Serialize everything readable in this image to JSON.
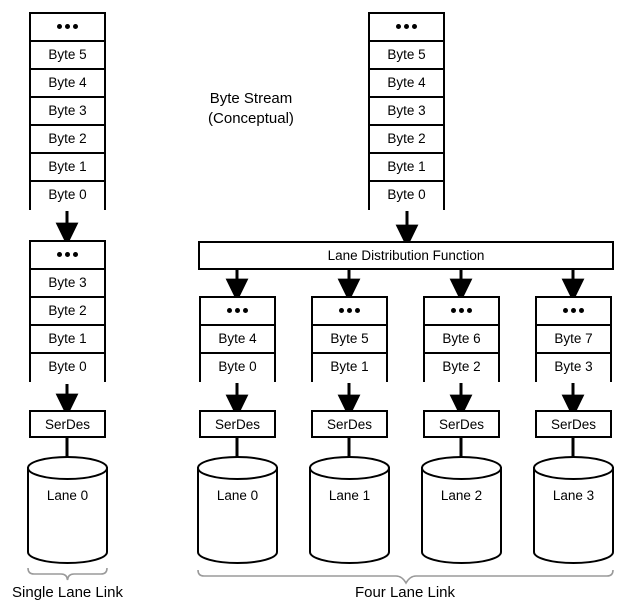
{
  "diagram": {
    "title_text": {
      "line1": "Byte Stream",
      "line2": "(Conceptual)"
    },
    "lane_distribution": {
      "label": "Lane Distribution Function"
    },
    "serdes_label": "SerDes",
    "dots_label": "•••",
    "single_lane": {
      "caption": "Single Lane Link",
      "byte_stream_stack": {
        "name": "byte-stream-stack-single",
        "cells": [
          "•••",
          "Byte 5",
          "Byte 4",
          "Byte 3",
          "Byte 2",
          "Byte 1",
          "Byte 0"
        ]
      },
      "lane_stack": {
        "name": "lane-stack-single",
        "cells": [
          "•••",
          "Byte 3",
          "Byte 2",
          "Byte 1",
          "Byte 0"
        ]
      },
      "serdes": "SerDes",
      "lane": "Lane 0"
    },
    "four_lane": {
      "caption": "Four Lane Link",
      "byte_stream_stack": {
        "name": "byte-stream-stack-four",
        "cells": [
          "•••",
          "Byte 5",
          "Byte 4",
          "Byte 3",
          "Byte 2",
          "Byte 1",
          "Byte 0"
        ]
      },
      "lanes": [
        {
          "stack_cells": [
            "•••",
            "Byte 4",
            "Byte 0"
          ],
          "serdes": "SerDes",
          "lane": "Lane 0"
        },
        {
          "stack_cells": [
            "•••",
            "Byte 5",
            "Byte 1"
          ],
          "serdes": "SerDes",
          "lane": "Lane 1"
        },
        {
          "stack_cells": [
            "•••",
            "Byte 6",
            "Byte 2"
          ],
          "serdes": "SerDes",
          "lane": "Lane 2"
        },
        {
          "stack_cells": [
            "•••",
            "Byte 7",
            "Byte 3"
          ],
          "serdes": "SerDes",
          "lane": "Lane 3"
        }
      ]
    },
    "colors": {
      "stroke": "#000000",
      "fill": "#ffffff",
      "bracket": "#9a9a9a",
      "text": "#000000"
    }
  }
}
